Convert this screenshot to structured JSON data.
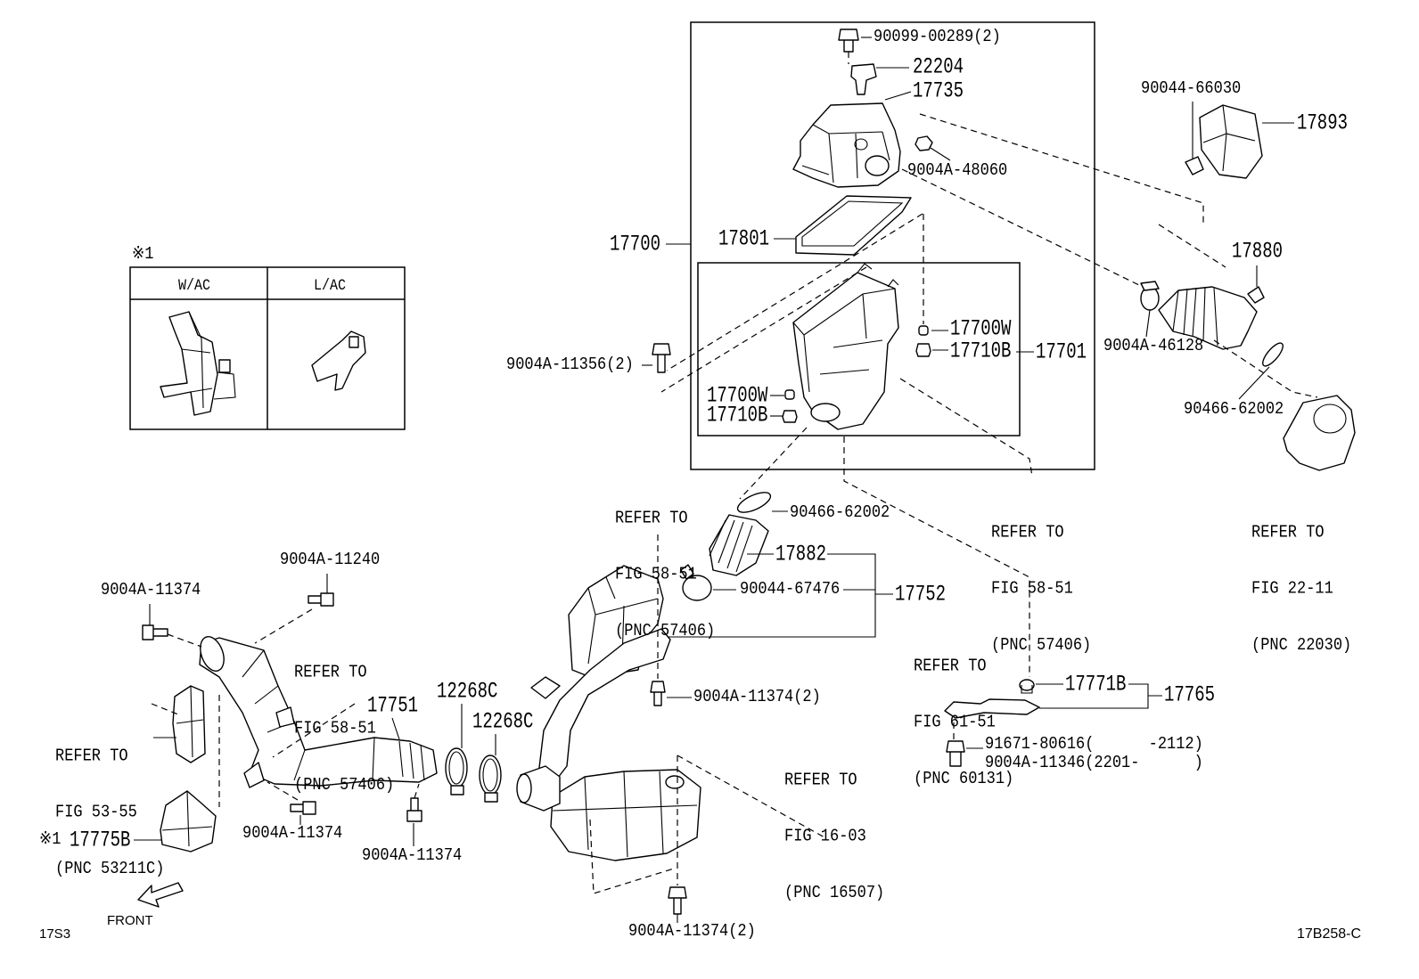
{
  "inset": {
    "marker": "※1",
    "col_wac": "W/AC",
    "col_lac": "L/AC"
  },
  "labels": {
    "screw_top": "90099-00289(2)",
    "sensor": "22204",
    "cap": "17735",
    "nut_cap": "9004A-48060",
    "element": "17801",
    "assy": "17700",
    "grommet_r": "17700W",
    "nut_r": "17710B",
    "case": "17701",
    "bolt_case": "9004A-11356(2)",
    "grommet_l": "17700W",
    "nut_l": "17710B",
    "clip_upper": "90044-66030",
    "resonator_upper": "17893",
    "inlet_hose": "17880",
    "clamp_inlet": "9004A-46128",
    "gasket_throttle": "90466-62002",
    "gasket_outlet": "90466-62002",
    "outlet_hose": "17882",
    "clamp_outlet": "90044-67476",
    "inlet_assy": "17752",
    "grommet_bracket": "17771B",
    "bracket_assy": "17765",
    "bolt_bracket_old": "91671-80616(      -2112)",
    "bolt_bracket_new": "9004A-11346(2201-      )",
    "bolt_resonator_upper": "9004A-11374(2)",
    "bolt_resonator_lower": "9004A-11374(2)",
    "clamp_a": "12268C",
    "clamp_b": "12268C",
    "duct": "17751",
    "bolt_duct_top": "9004A-11240",
    "bolt_duct_left": "9004A-11374",
    "bolt_duct_bottom": "9004A-11374",
    "bolt_clamp": "9004A-11374",
    "bracket_marker": "※1",
    "bracket": "17775B",
    "front": "FRONT",
    "code_left": "17S3",
    "code_right": "17B258-C"
  },
  "refer_notes": [
    {
      "line1": "REFER TO",
      "line2": "FIG 22-11",
      "line3": "(PNC 22030)"
    },
    {
      "line1": "REFER TO",
      "line2": "FIG 58-51",
      "line3": "(PNC 57406)"
    },
    {
      "line1": "REFER TO",
      "line2": "FIG 58-51",
      "line3": "(PNC 57406)"
    },
    {
      "line1": "REFER TO",
      "line2": "FIG 61-51",
      "line3": "(PNC 60131)"
    },
    {
      "line1": "REFER TO",
      "line2": "FIG 16-03",
      "line3": "(PNC 16507)"
    },
    {
      "line1": "REFER TO",
      "line2": "FIG 58-51",
      "line3": "(PNC 57406)"
    },
    {
      "line1": "REFER TO",
      "line2": "FIG 53-55",
      "line3": "(PNC 53211C)"
    }
  ]
}
